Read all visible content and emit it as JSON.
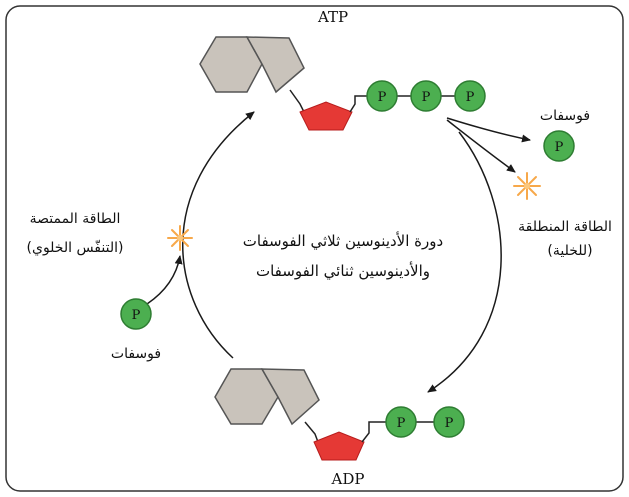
{
  "diagram": {
    "top_molecule_label": "ATP",
    "bottom_molecule_label": "ADP",
    "phosphate_symbol": "P",
    "released_phosphate_label": "فوسفات",
    "released_energy_label_line1": "الطاقة المنطلقة",
    "released_energy_label_line2": "(للخلية)",
    "absorbed_energy_label_line1": "الطاقة الممتصة",
    "absorbed_energy_label_line2": "(التنفّس الخلوي)",
    "added_phosphate_label": "فوسفات",
    "center_caption_line1": "دورة الأدينوسين ثلاثي الفوسفات",
    "center_caption_line2": "والأدينوسين ثنائي الفوسفات"
  },
  "colors": {
    "phosphate_fill": "#4caf50",
    "phosphate_stroke": "#2e7d32",
    "ribose_fill": "#e53935",
    "base_fill": "#c9c3bb",
    "base_stroke": "#555555",
    "burst": "#f7a84a",
    "frame": "#333333",
    "arrow": "#1a1a1a"
  }
}
